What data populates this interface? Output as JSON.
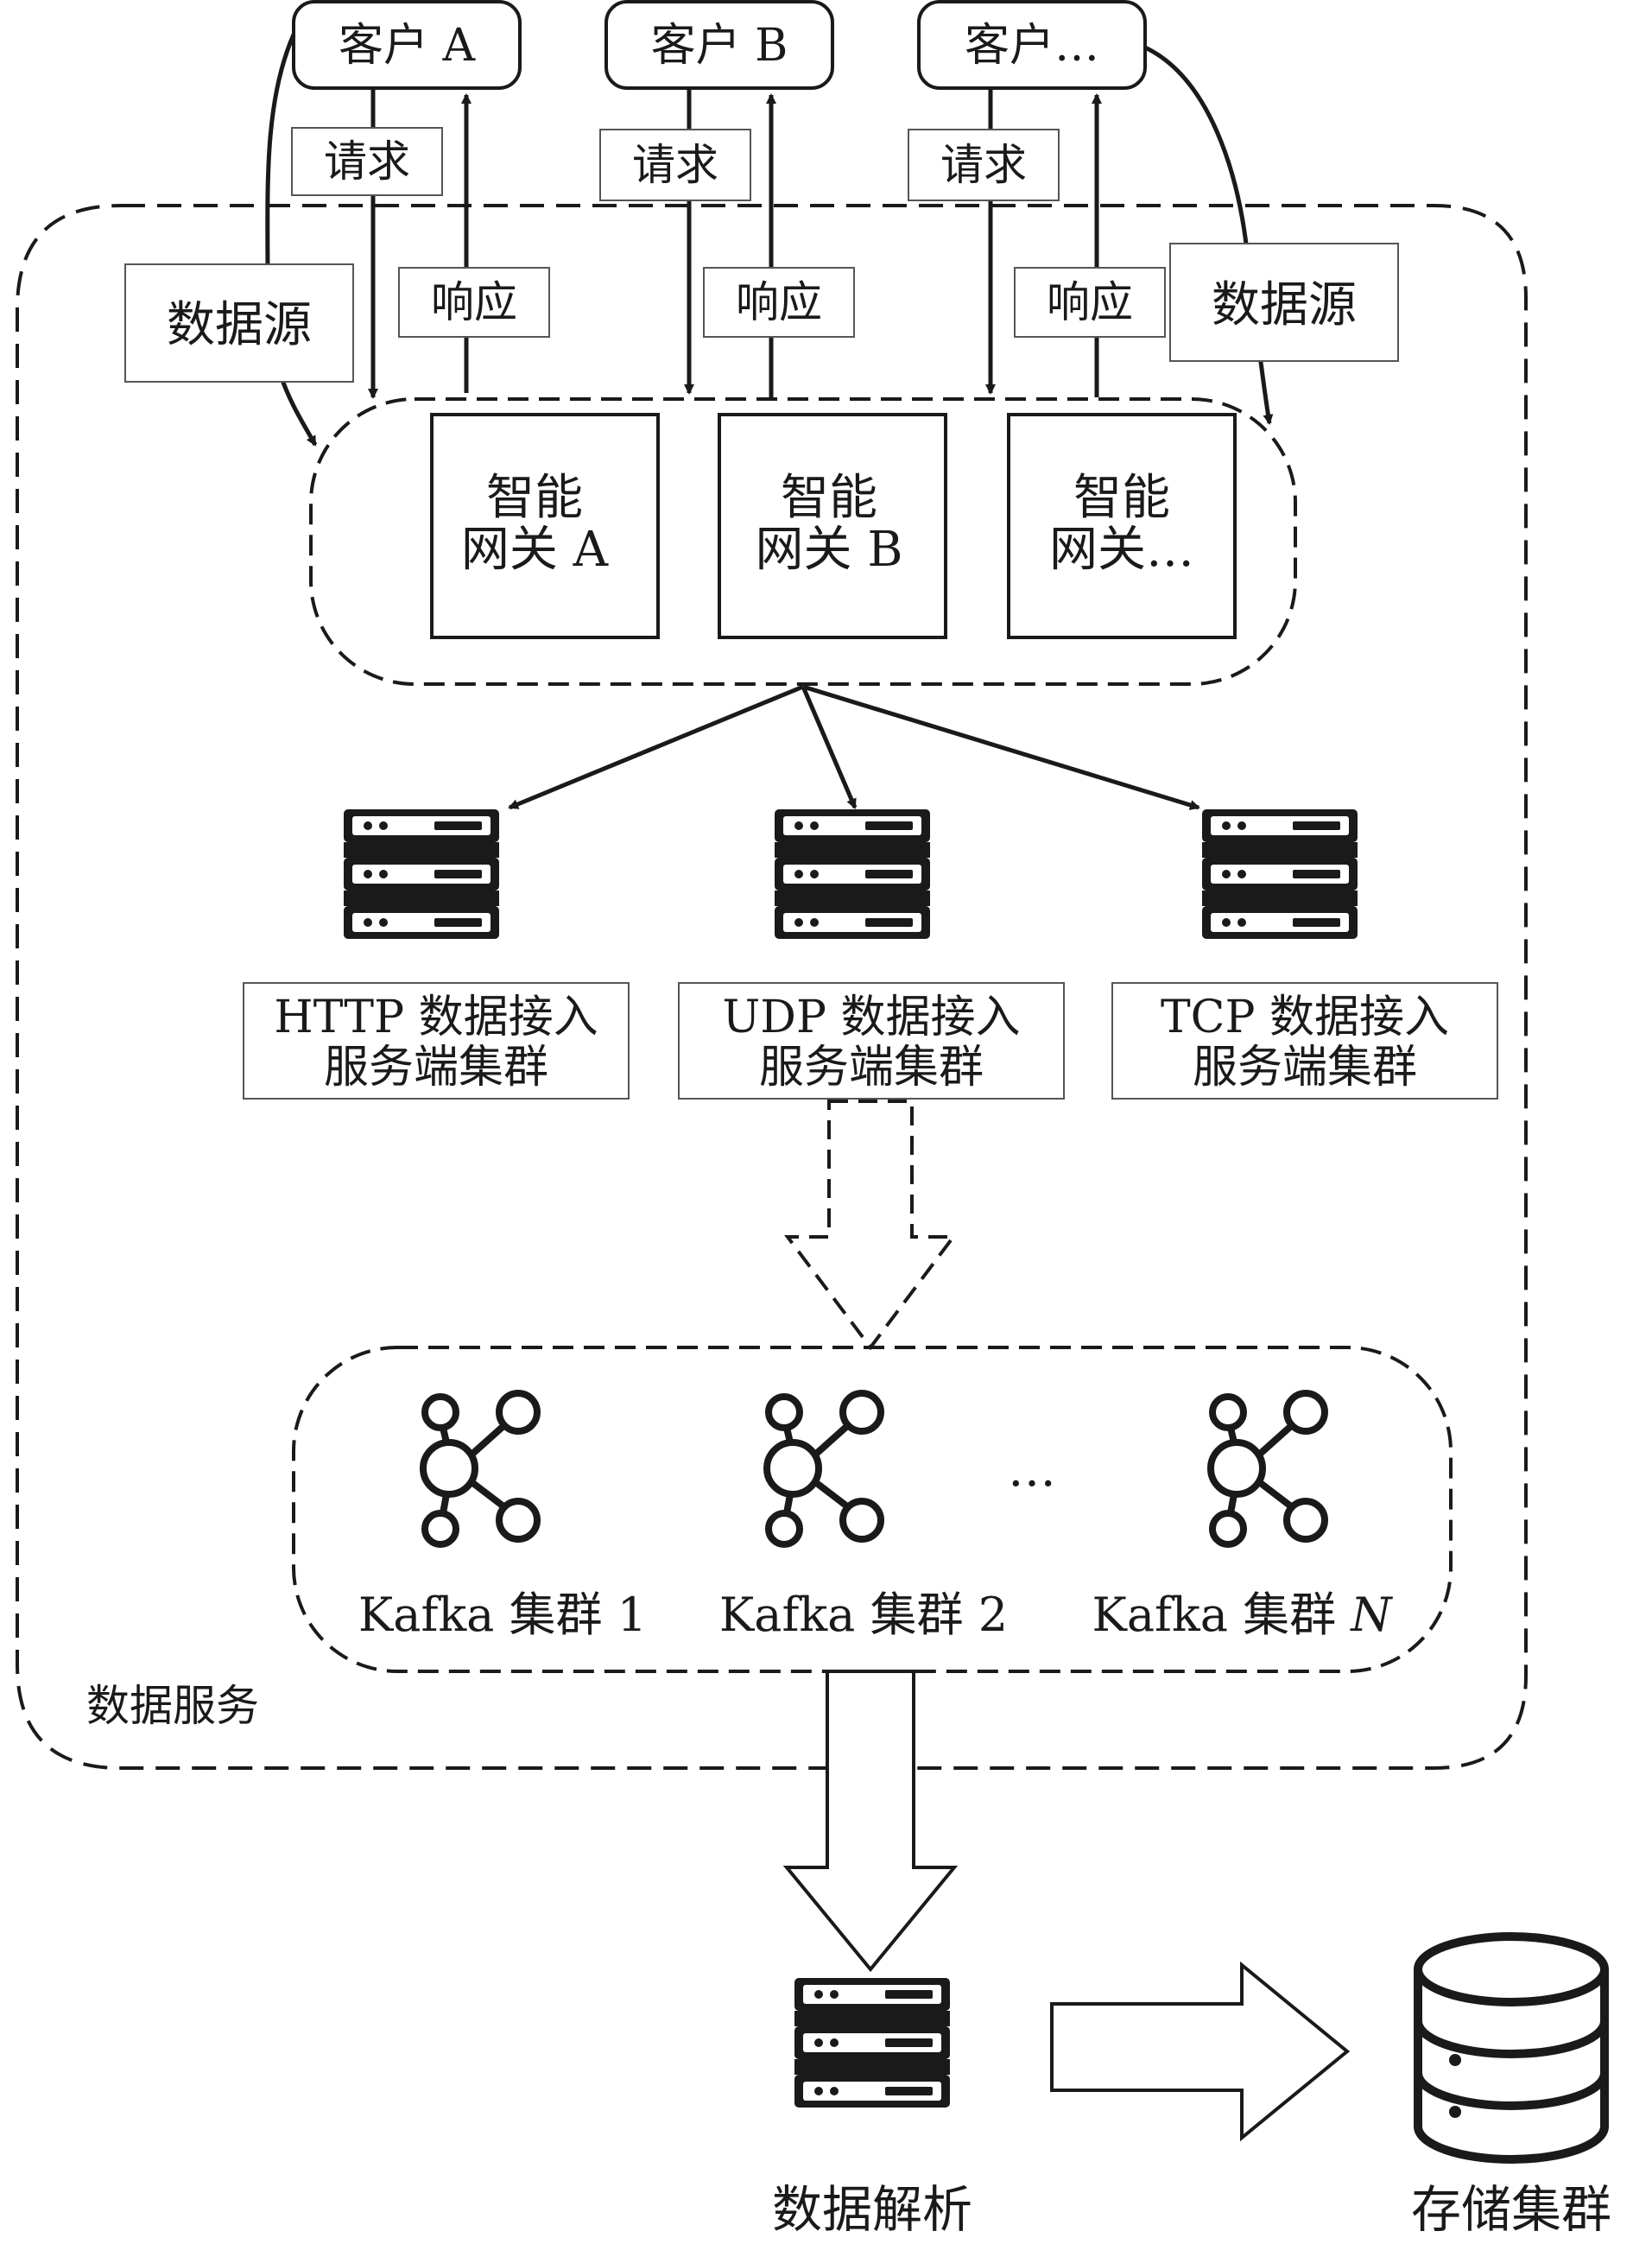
{
  "clients": [
    {
      "label": "客户 A"
    },
    {
      "label": "客户 B"
    },
    {
      "label": "客户…"
    }
  ],
  "request_label": "请求",
  "response_label": "响应",
  "data_source_left": "数据源",
  "data_source_right": "数据源",
  "gateways": [
    {
      "line1": "智能",
      "line2": "网关 A"
    },
    {
      "line1": "智能",
      "line2": "网关 B"
    },
    {
      "line1": "智能",
      "line2": "网关…"
    }
  ],
  "access_clusters": [
    {
      "line1": "HTTP 数据接入",
      "line2": "服务端集群"
    },
    {
      "line1": "UDP 数据接入",
      "line2": "服务端集群"
    },
    {
      "line1": "TCP 数据接入",
      "line2": "服务端集群"
    }
  ],
  "kafka_clusters": [
    {
      "prefix": "Kafka 集群 ",
      "suffix": "1"
    },
    {
      "prefix": "Kafka 集群 ",
      "suffix": "2"
    },
    {
      "prefix": "Kafka 集群 ",
      "suffix": "N"
    }
  ],
  "kafka_ellipsis": "…",
  "service_group_label": "数据服务",
  "parse_label": "数据解析",
  "storage_label": "存储集群"
}
